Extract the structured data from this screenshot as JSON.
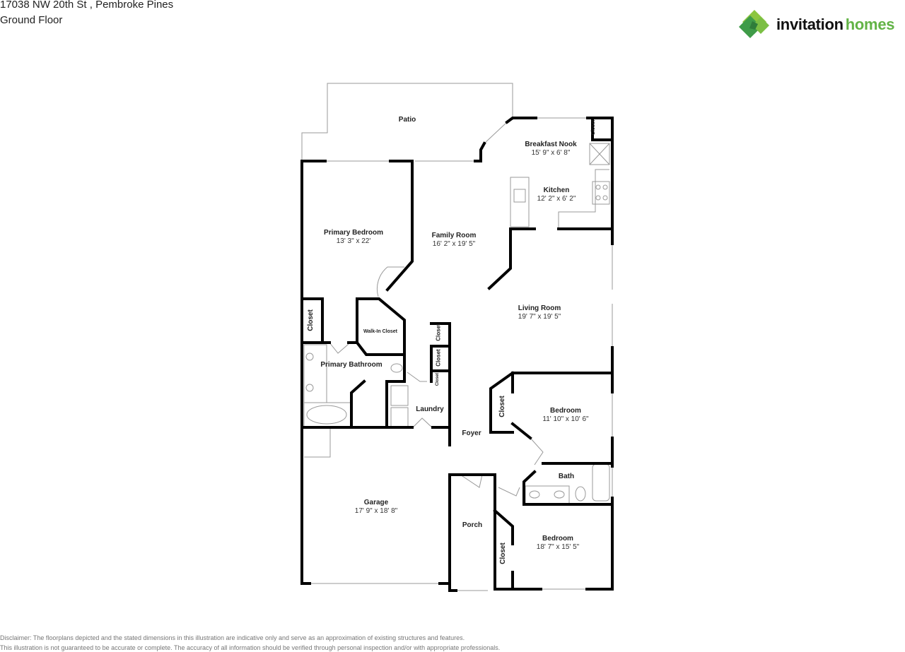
{
  "header": {
    "address": "17038 NW 20th St , Pembroke Pines",
    "floor": "Ground Floor"
  },
  "logo": {
    "word1": "invitation",
    "word2": "homes",
    "icon": "leaf-diamond-icon",
    "brand_color": "#62b346"
  },
  "rooms": {
    "patio": {
      "name": "Patio"
    },
    "breakfast_nook": {
      "name": "Breakfast Nook",
      "dims": "15' 9\" x 6' 8\""
    },
    "kitchen": {
      "name": "Kitchen",
      "dims": "12' 2\" x 6' 2\""
    },
    "primary_bedroom": {
      "name": "Primary Bedroom",
      "dims": "13' 3\" x 22'"
    },
    "family_room": {
      "name": "Family Room",
      "dims": "16' 2\" x 19' 5\""
    },
    "living_room": {
      "name": "Living Room",
      "dims": "19' 7\" x 19' 5\""
    },
    "walk_in_closet": {
      "name": "Walk-In Closet"
    },
    "primary_bathroom": {
      "name": "Primary Bathroom"
    },
    "laundry": {
      "name": "Laundry"
    },
    "foyer": {
      "name": "Foyer"
    },
    "bedroom_1": {
      "name": "Bedroom",
      "dims": "11' 10\" x 10' 6\""
    },
    "bath": {
      "name": "Bath"
    },
    "garage": {
      "name": "Garage",
      "dims": "17' 9\" x 18' 8\""
    },
    "porch": {
      "name": "Porch"
    },
    "bedroom_2": {
      "name": "Bedroom",
      "dims": "18' 7\" x 15' 5\""
    },
    "closet_label": "Closet"
  },
  "disclaimer": {
    "line1": "Disclaimer: The floorplans depicted and the stated dimensions in this illustration are indicative only and serve as an approximation of existing structures and features.",
    "line2": "This illustration is not guaranteed to be accurate or complete. The accuracy of all information should be verified through personal inspection and/or with appropriate professionals."
  }
}
